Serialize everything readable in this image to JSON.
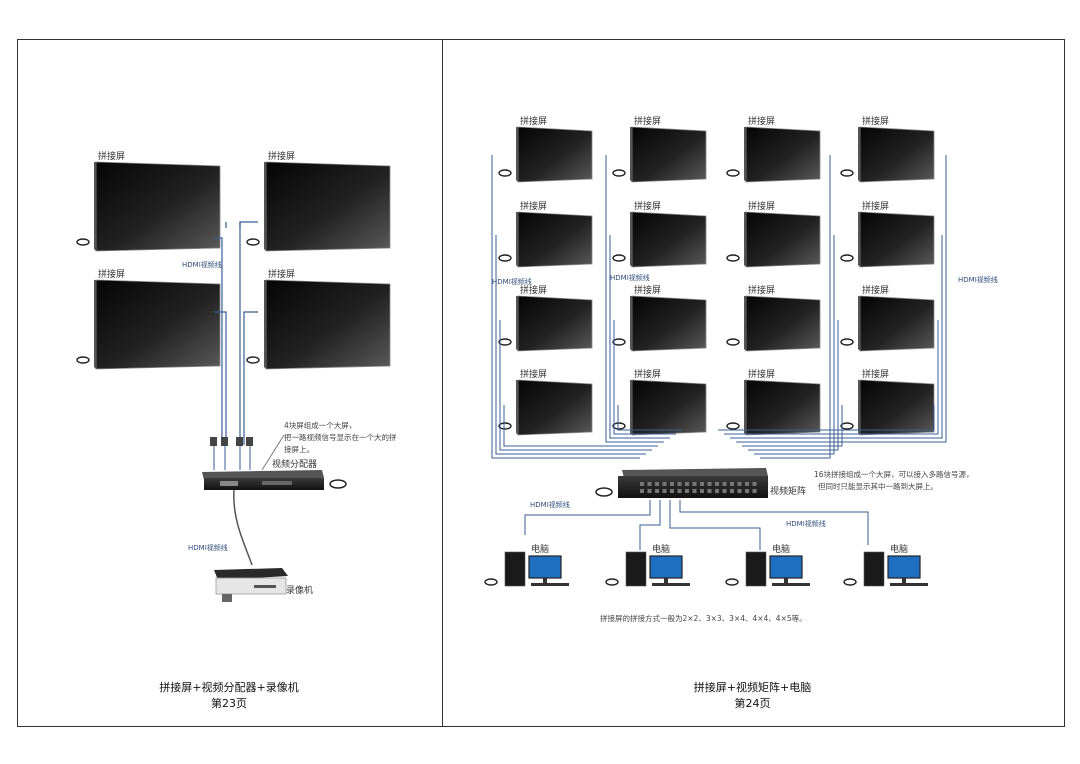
{
  "left": {
    "screen_label": "拼接屏",
    "cable_label": "HDMI视频线",
    "device_label": "视频分配器",
    "recorder_label": "录像机",
    "note_lines": [
      "4块屏组成一个大屏，",
      "把一路视频信号显示在一个大的拼",
      "接屏上。"
    ],
    "caption_title": "拼接屏+视频分配器+录像机",
    "caption_page": "第23页"
  },
  "right": {
    "screen_label": "拼接屏",
    "cable_label": "HDMI视频线",
    "matrix_label": "视频矩阵",
    "computer_label": "电脑",
    "note_lines": [
      "16块拼接组成一个大屏，可以接入多路信号源，",
      "但同时只能显示其中一路到大屏上。"
    ],
    "bottom_note": "拼接屏的拼接方式一般为2×2、3×3、3×4、4×4、4×5等。",
    "caption_title": "拼接屏+视频矩阵+电脑",
    "caption_page": "第24页"
  },
  "colors": {
    "cable": "#3a5f95",
    "screen": "#1b1b1b",
    "frame": "#333333"
  }
}
